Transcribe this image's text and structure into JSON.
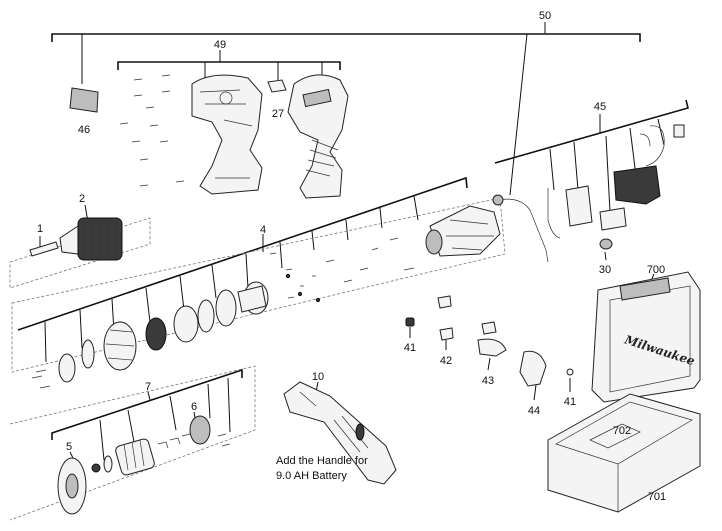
{
  "parts": [
    {
      "id": "n1",
      "label": "1"
    },
    {
      "id": "n2",
      "label": "2"
    },
    {
      "id": "n4",
      "label": "4"
    },
    {
      "id": "n5",
      "label": "5"
    },
    {
      "id": "n6",
      "label": "6"
    },
    {
      "id": "n7",
      "label": "7"
    },
    {
      "id": "n10",
      "label": "10"
    },
    {
      "id": "n27",
      "label": "27"
    },
    {
      "id": "n30",
      "label": "30"
    },
    {
      "id": "n41a",
      "label": "41"
    },
    {
      "id": "n41b",
      "label": "41"
    },
    {
      "id": "n42",
      "label": "42"
    },
    {
      "id": "n43",
      "label": "43"
    },
    {
      "id": "n44",
      "label": "44"
    },
    {
      "id": "n45",
      "label": "45"
    },
    {
      "id": "n46",
      "label": "46"
    },
    {
      "id": "n49",
      "label": "49"
    },
    {
      "id": "n50",
      "label": "50"
    },
    {
      "id": "n700",
      "label": "700"
    },
    {
      "id": "n701",
      "label": "701"
    },
    {
      "id": "n702",
      "label": "702"
    }
  ],
  "note": {
    "line1": "Add the Handle for",
    "line2": "9.0 AH Battery"
  },
  "case_brand": "Milwaukee"
}
